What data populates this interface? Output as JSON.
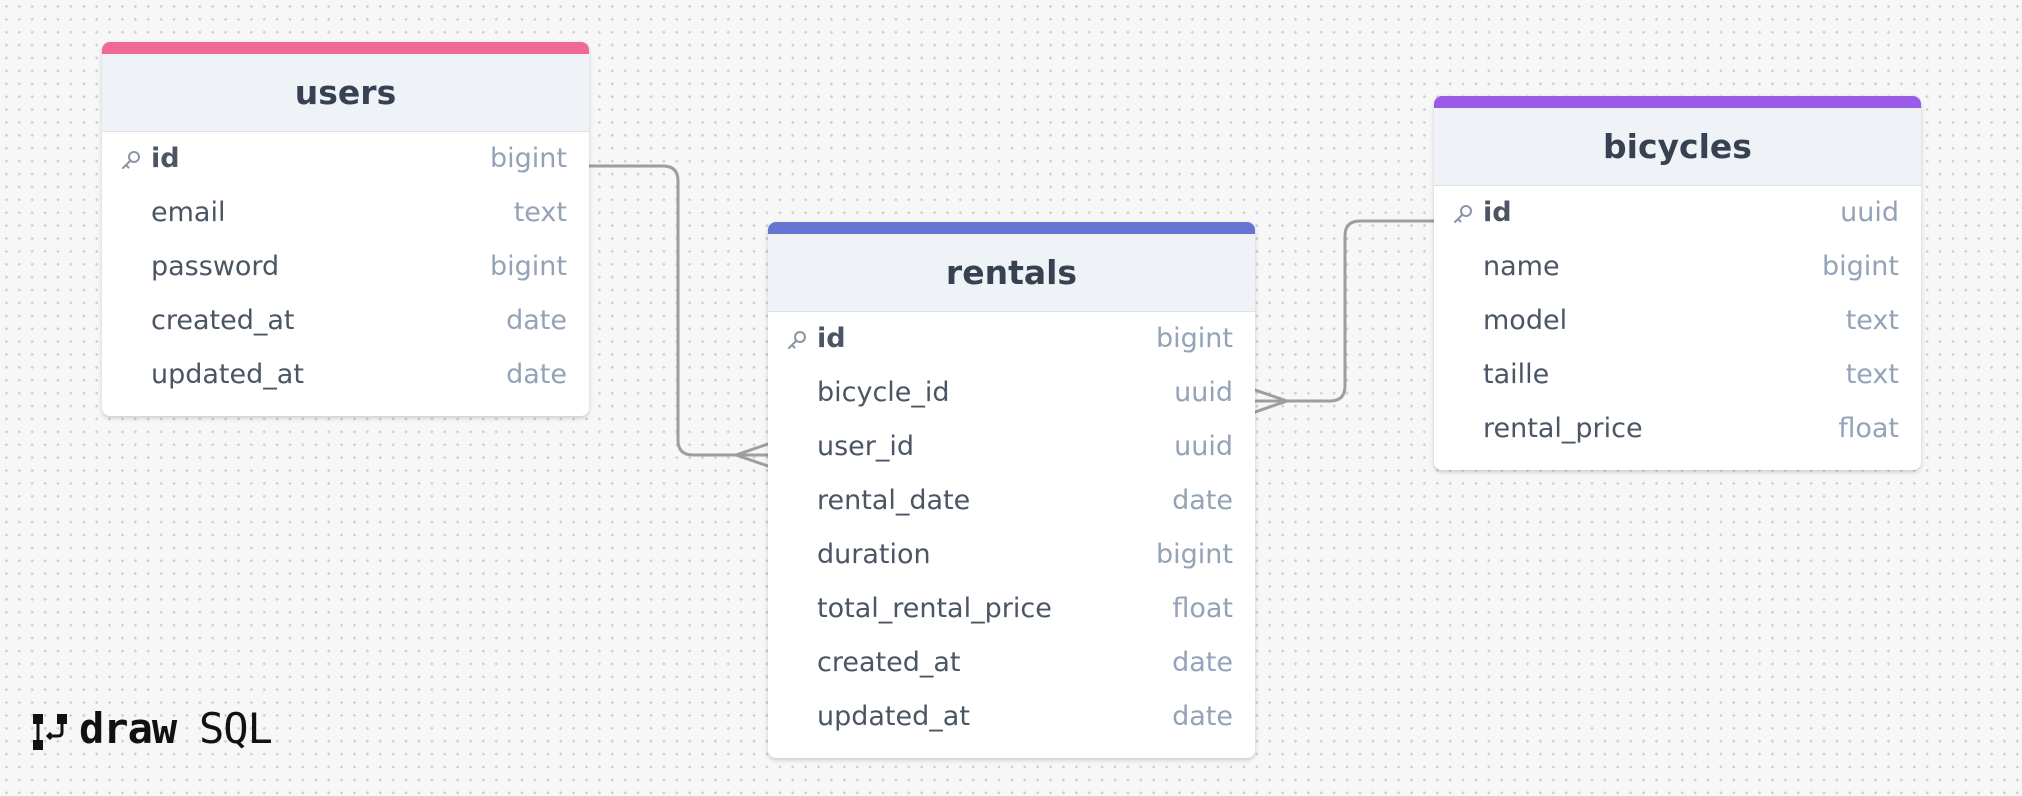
{
  "diagram": {
    "colors": {
      "users": "#f06894",
      "rentals": "#6575d1",
      "bicycles": "#9a5be6",
      "connector": "#9e9e9e"
    },
    "tables": [
      {
        "name": "users",
        "columns": [
          {
            "name": "id",
            "type": "bigint",
            "primary_key": true
          },
          {
            "name": "email",
            "type": "text"
          },
          {
            "name": "password",
            "type": "bigint"
          },
          {
            "name": "created_at",
            "type": "date"
          },
          {
            "name": "updated_at",
            "type": "date"
          }
        ]
      },
      {
        "name": "rentals",
        "columns": [
          {
            "name": "id",
            "type": "bigint",
            "primary_key": true
          },
          {
            "name": "bicycle_id",
            "type": "uuid"
          },
          {
            "name": "user_id",
            "type": "uuid"
          },
          {
            "name": "rental_date",
            "type": "date"
          },
          {
            "name": "duration",
            "type": "bigint"
          },
          {
            "name": "total_rental_price",
            "type": "float"
          },
          {
            "name": "created_at",
            "type": "date"
          },
          {
            "name": "updated_at",
            "type": "date"
          }
        ]
      },
      {
        "name": "bicycles",
        "columns": [
          {
            "name": "id",
            "type": "uuid",
            "primary_key": true
          },
          {
            "name": "name",
            "type": "bigint"
          },
          {
            "name": "model",
            "type": "text"
          },
          {
            "name": "taille",
            "type": "text"
          },
          {
            "name": "rental_price",
            "type": "float"
          }
        ]
      }
    ],
    "relationships": [
      {
        "from": "users.id",
        "to": "rentals.user_id",
        "cardinality": "one-to-many"
      },
      {
        "from": "bicycles.id",
        "to": "rentals.bicycle_id",
        "cardinality": "one-to-many"
      }
    ]
  },
  "logo": {
    "bold": "draw",
    "light": "SQL"
  }
}
